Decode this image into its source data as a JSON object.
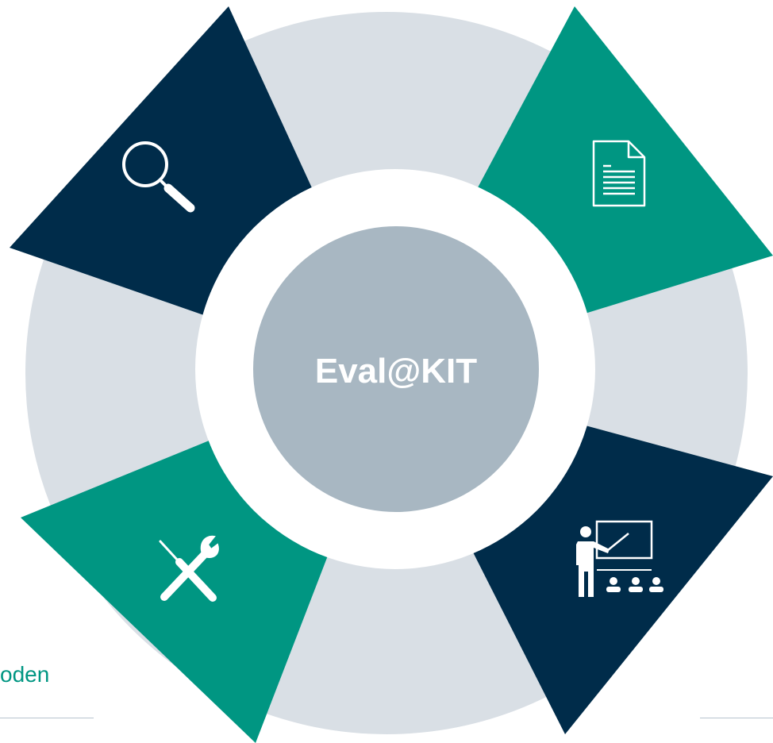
{
  "center": {
    "label": "Eval@KIT"
  },
  "side_text": "oden",
  "colors": {
    "ring": "#d9dfe5",
    "inner_ring": "#ffffff",
    "hub": "#a8b7c2",
    "navy": "#002c4a",
    "teal": "#009682",
    "icon": "#ffffff",
    "side_text": "#009682",
    "rule": "#b8c4cf"
  },
  "segments": [
    {
      "name": "segment-search",
      "color": "navy",
      "icon": "magnifier-icon"
    },
    {
      "name": "segment-document",
      "color": "teal",
      "icon": "document-icon"
    },
    {
      "name": "segment-teaching",
      "color": "navy",
      "icon": "presentation-icon"
    },
    {
      "name": "segment-tools",
      "color": "teal",
      "icon": "tools-icon"
    }
  ]
}
